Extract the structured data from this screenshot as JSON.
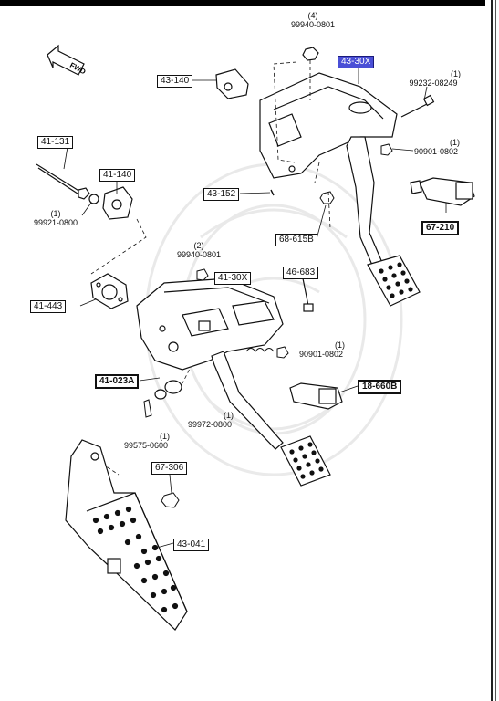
{
  "callouts": [
    {
      "id": "43-30X",
      "highlight": true
    },
    {
      "id": "43-140"
    },
    {
      "id": "43-152"
    },
    {
      "id": "68-615B"
    },
    {
      "id": "67-210"
    },
    {
      "id": "41-131"
    },
    {
      "id": "41-140"
    },
    {
      "id": "41-443"
    },
    {
      "id": "41-30X"
    },
    {
      "id": "46-683"
    },
    {
      "id": "41-023A"
    },
    {
      "id": "18-660B"
    },
    {
      "id": "67-306"
    },
    {
      "id": "43-041"
    }
  ],
  "part_notes": [
    {
      "qty": "(4)",
      "number": "99940-0801"
    },
    {
      "qty": "(1)",
      "number": "99232-08249"
    },
    {
      "qty": "(1)",
      "number": "90901-0802"
    },
    {
      "qty": "(1)",
      "number": "99921-0800"
    },
    {
      "qty": "(2)",
      "number": "99940-0801"
    },
    {
      "qty": "(1)",
      "number": "90901-0802"
    },
    {
      "qty": "(1)",
      "number": "99972-0800"
    },
    {
      "qty": "(1)",
      "number": "99575-0600"
    }
  ],
  "direction_marker": "FWD",
  "colors": {
    "highlight": "#4a4fd6",
    "line": "#111111"
  }
}
